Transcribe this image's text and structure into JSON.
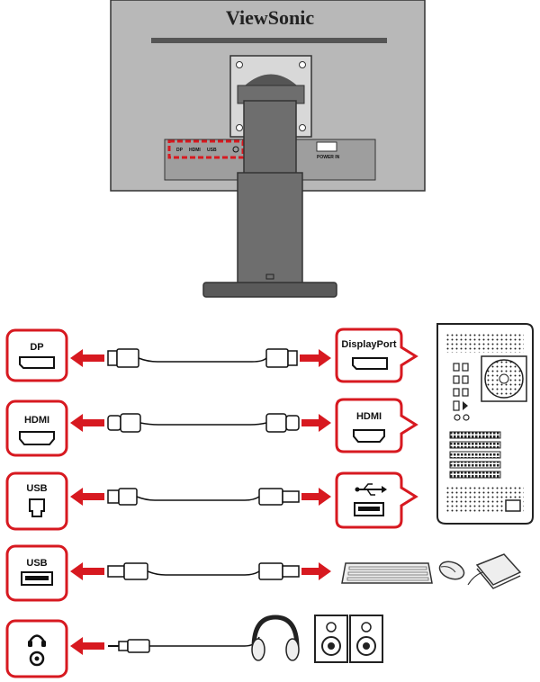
{
  "monitor": {
    "brand": "ViewSonic",
    "port_labels": [
      "DP",
      "HDMI",
      "USB"
    ],
    "power_label": "POWER IN"
  },
  "connections": [
    {
      "id": "dp",
      "monitor_port": "DP",
      "device_port": "DisplayPort",
      "cable": "displayport"
    },
    {
      "id": "hdmi",
      "monitor_port": "HDMI",
      "device_port": "HDMI",
      "cable": "hdmi"
    },
    {
      "id": "usb-b",
      "monitor_port": "USB",
      "device_port": "usb-symbol",
      "cable": "usb-b-to-a"
    },
    {
      "id": "usb-a",
      "monitor_port": "USB",
      "device_port": "",
      "cable": "usb-a-to-a"
    },
    {
      "id": "audio",
      "monitor_port": "headphone-icon",
      "device_port": "",
      "cable": "audio-3.5mm"
    }
  ],
  "colors": {
    "accent": "#d71920",
    "monitor_body": "#b4b4b4",
    "stand": "#6e6e6e",
    "line": "#222222"
  },
  "icons": [
    "headphone-icon",
    "usb-symbol-icon",
    "keyboard-icon",
    "mouse-icon",
    "external-drive-icon",
    "headphones-icon",
    "speaker-icon",
    "pc-tower-icon"
  ]
}
